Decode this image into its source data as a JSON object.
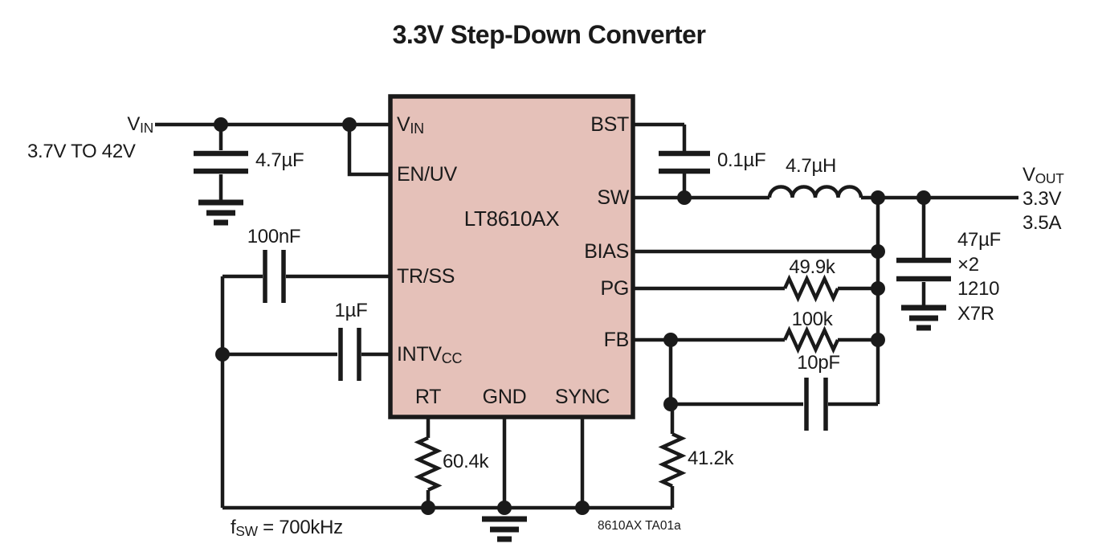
{
  "title": "3.3V Step-Down Converter",
  "colors": {
    "ic_fill": "#e5c1b9",
    "line": "#1a1a1a"
  },
  "ic": {
    "name": "LT8610AX",
    "pins": {
      "vin": {
        "main": "V",
        "sub": "IN"
      },
      "enuv": "EN/UV",
      "trss": "TR/SS",
      "intvcc": {
        "main": "INTV",
        "sub": "CC"
      },
      "bst": "BST",
      "sw": "SW",
      "bias": "BIAS",
      "pg": "PG",
      "fb": "FB",
      "rt": "RT",
      "gnd": "GND",
      "sync": "SYNC"
    }
  },
  "input": {
    "label": {
      "main": "V",
      "sub": "IN"
    },
    "range": "3.7V TO 42V"
  },
  "output": {
    "label": {
      "main": "V",
      "sub": "OUT"
    },
    "voltage": "3.3V",
    "current": "3.5A"
  },
  "components": {
    "input_cap": "4.7µF",
    "softstart_cap": "100nF",
    "intvcc_cap": "1µF",
    "boost_cap": "0.1µF",
    "inductor": "4.7µH",
    "pg_resistor": "49.9k",
    "fb_top_resistor": "100k",
    "ff_cap": "10pF",
    "output_cap": [
      "47µF",
      "×2",
      "1210",
      "X7R"
    ],
    "rt_resistor": "60.4k",
    "sync_resistor": "41.2k"
  },
  "annotations": {
    "fsw": {
      "main": "f",
      "sub": "SW",
      "rest": " = 700kHz"
    },
    "doc_id": "8610AX TA01a"
  }
}
